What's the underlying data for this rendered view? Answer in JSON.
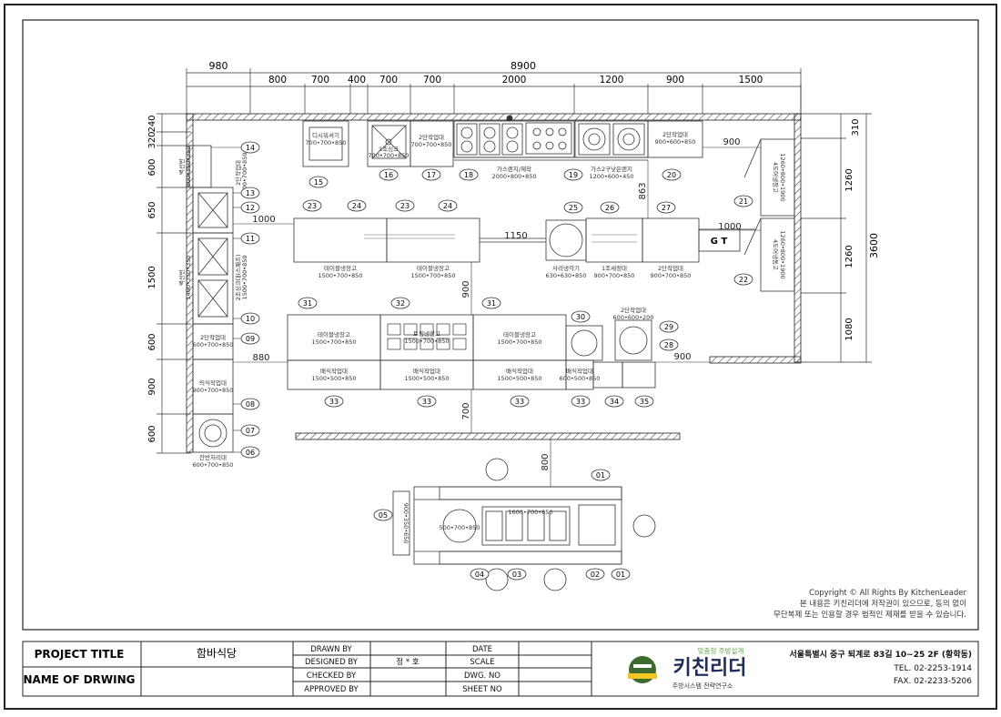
{
  "dimensions": {
    "top_total": "8900",
    "top_left": "980",
    "top_segments": [
      "800",
      "700",
      "400",
      "700",
      "700",
      "2000",
      "1200",
      "900",
      "1500"
    ],
    "left_stack": [
      "240",
      "320",
      "600",
      "650",
      "1500",
      "600",
      "900",
      "600"
    ],
    "right_outer": "3600",
    "right_segments": [
      "310",
      "1260",
      "1260",
      "1080"
    ],
    "aisle_top_left": "1000",
    "aisle_top_right": "1000",
    "aisle_middle": "1150",
    "aisle_right_top": "900",
    "aisle_mid_left": "880",
    "aisle_mid_right": "900",
    "vert_900": "900",
    "vert_863": "863",
    "vert_700": "700",
    "vert_800": "800"
  },
  "equipment": {
    "e14": {
      "label": "벽선반",
      "spec": "600•350•350",
      "no": "14"
    },
    "e13": {
      "label": "2단작업대",
      "spec": "600•700•850",
      "no": "13"
    },
    "e12": {
      "label": "",
      "spec": "",
      "no": "12"
    },
    "e11": {
      "label": "벽선반",
      "spec": "1400•350•350",
      "no": "11"
    },
    "e10": {
      "label": "2조싱크대(스패츠)",
      "spec": "1500•700•850",
      "no": "10"
    },
    "e09": {
      "label": "2단작업대",
      "spec": "600•700•850",
      "no": "09"
    },
    "e08": {
      "label": "띄식작업대",
      "spec": "900•700•850",
      "no": "08"
    },
    "e07": {
      "label": "",
      "spec": "",
      "no": "07"
    },
    "e06": {
      "label": "잔반처리대",
      "spec": "600•700•850",
      "no": "06"
    },
    "e15": {
      "label": "디시워셔기",
      "spec": "700•700•850",
      "no": "15"
    },
    "e16": {
      "label": "1조싱크",
      "spec": "700•700•850",
      "no": "16"
    },
    "e17": {
      "label": "2단작업대",
      "spec": "700•700•850",
      "no": "17"
    },
    "e18": {
      "label": "",
      "spec": "",
      "no": "18"
    },
    "e19": {
      "label": "가스렌지/제작",
      "spec": "2000•800•850",
      "no": "19"
    },
    "e19b": {
      "label": "가스2구낮은렌지",
      "spec": "1200•600•450",
      "no": ""
    },
    "e20": {
      "label": "2단작업대",
      "spec": "900•600•850",
      "no": "20"
    },
    "e21": {
      "label": "4도어냉장고",
      "spec": "1260•800•1900",
      "no": "21"
    },
    "e22": {
      "label": "4도어냉동고",
      "spec": "1260•800•1900",
      "no": "22"
    },
    "e23": {
      "label": "테이블냉장고",
      "spec": "1500•700•850",
      "no": "23"
    },
    "e24": {
      "label": "",
      "spec": "",
      "no": "24"
    },
    "e23b": {
      "label": "테이블냉장고",
      "spec": "1500•700•850",
      "no": "23"
    },
    "e24b": {
      "label": "",
      "spec": "",
      "no": "24"
    },
    "e25": {
      "label": "사리냉각기",
      "spec": "630•630•850",
      "no": "25"
    },
    "e26": {
      "label": "1조세정대",
      "spec": "900•700•850",
      "no": "26"
    },
    "e27": {
      "label": "2단작업대",
      "spec": "900•700•850",
      "no": "27"
    },
    "e31": {
      "label": "테이블냉장고",
      "spec": "1500•700•850",
      "no": "31"
    },
    "e32": {
      "label": "토핑냉장고",
      "spec": "1500•700•850",
      "no": "32"
    },
    "e31b": {
      "label": "테이블냉장고",
      "spec": "1500•700•850",
      "no": "31"
    },
    "e30": {
      "label": "",
      "spec": "",
      "no": "30"
    },
    "e29": {
      "label": "2단작업대",
      "spec": "600•600•200",
      "no": "29"
    },
    "e28": {
      "label": "",
      "spec": "",
      "no": "28"
    },
    "e33": {
      "label": "배식작업대",
      "spec": "1500•500•850",
      "no": "33"
    },
    "e33c": {
      "label": "배식작업대",
      "spec": "600•500•850",
      "no": "33"
    },
    "e34": {
      "label": "",
      "spec": "",
      "no": "34"
    },
    "e35": {
      "label": "",
      "spec": "",
      "no": "35"
    },
    "gt": {
      "label": "G T"
    },
    "e01": {
      "label": "",
      "spec": "",
      "no": "01"
    },
    "e02": {
      "label": "",
      "spec": "",
      "no": "02"
    },
    "e03": {
      "label": "",
      "spec": "1600•700•850",
      "no": "03"
    },
    "e04": {
      "label": "",
      "spec": "500•700•850",
      "no": "04"
    },
    "e05": {
      "label": "",
      "spec": "900•350•650",
      "no": "05"
    }
  },
  "copyright": {
    "line1": "Copyright © All Rights By KitchenLeader",
    "line2": "본 내용은 키친리더에 저작권이 있으므로, 동의 없이",
    "line3": "무단복제 또는 인용할 경우 법적인 제재를 받을 수 있습니다."
  },
  "title_block": {
    "project_title_label": "PROJECT TITLE",
    "project_title_value": "함바식당",
    "name_of_drawing_label": "NAME OF DRWING",
    "name_of_drawing_value": "",
    "drawn_by": "DRAWN BY",
    "designed_by": "DESIGNED BY",
    "designed_by_value": "정  *  호",
    "checked_by": "CHECKED BY",
    "approved_by": "APPROVED BY",
    "date": "DATE",
    "scale": "SCALE",
    "dwg_no": "DWG. NO",
    "sheet_no": "SHEET NO",
    "logo_tagline": "맞춤형 주방설계",
    "logo_name": "키친리더",
    "logo_sub": "주방시스템 전략연구소",
    "address": "서울특별시 중구 퇴계로 83길 10~25 2F (황학동)",
    "tel": "TEL. 02-2253-1914",
    "fax": "FAX. 02-2233-5206"
  }
}
